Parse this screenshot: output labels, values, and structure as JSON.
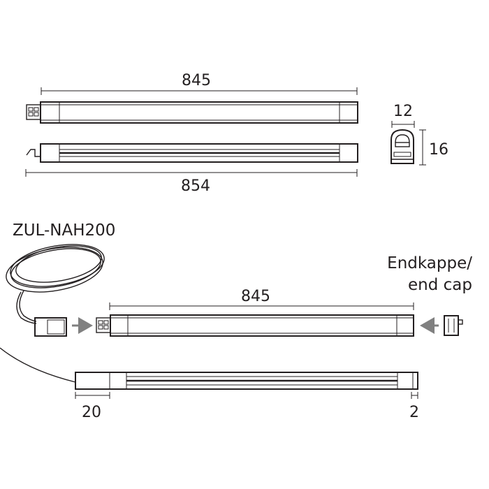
{
  "top_view": {
    "length_top": "845",
    "length_bottom": "854"
  },
  "profile_section": {
    "width": "12",
    "height": "16"
  },
  "assembly": {
    "cable_label": "ZUL-NAH200",
    "endcap_label_line1": "Endkappe/",
    "endcap_label_line2": "end cap",
    "length": "845",
    "end_offset_left": "20",
    "end_offset_right": "2"
  },
  "colors": {
    "line": "#231f20",
    "arrow": "#808080"
  }
}
